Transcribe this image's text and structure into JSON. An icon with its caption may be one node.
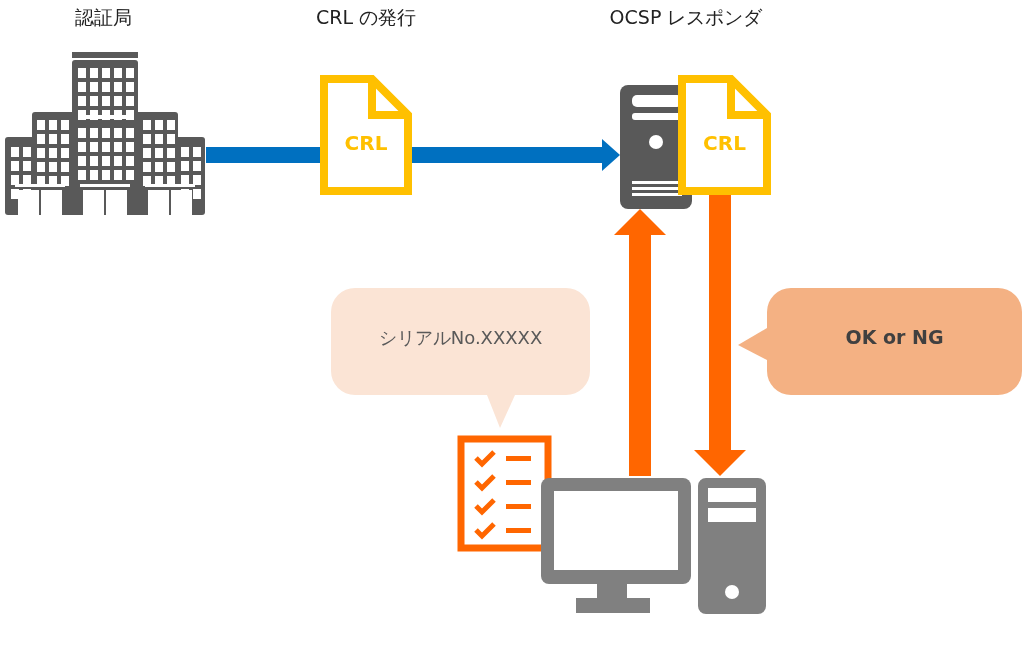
{
  "diagram": {
    "nodes": [
      {
        "text": [
          "認証局"
        ]
      },
      {
        "text": [
          "CRL"
        ],
        "beside": [
          "CRL の発行"
        ]
      },
      {
        "text": [],
        "shape": "picture"
      },
      {
        "text": [
          "CRL"
        ]
      },
      {
        "text": [],
        "shape": "picture"
      },
      {
        "text": [
          "シリアルNo.XXXXX"
        ]
      },
      {
        "text": [
          "OK or NG"
        ]
      }
    ],
    "edges": [
      {
        "from": 0,
        "to": 1,
        "arrow": "none",
        "color": "#0070c0"
      },
      {
        "from": 1,
        "to": 2,
        "arrow": "to",
        "color": "#0070c0"
      },
      {
        "from": 4,
        "to": 2,
        "arrow": "to",
        "color": "#ff6600"
      },
      {
        "from": 3,
        "to": 4,
        "arrow": "to",
        "color": "#ff6600"
      }
    ],
    "labels": [
      "OCSP レスポンダ"
    ]
  }
}
